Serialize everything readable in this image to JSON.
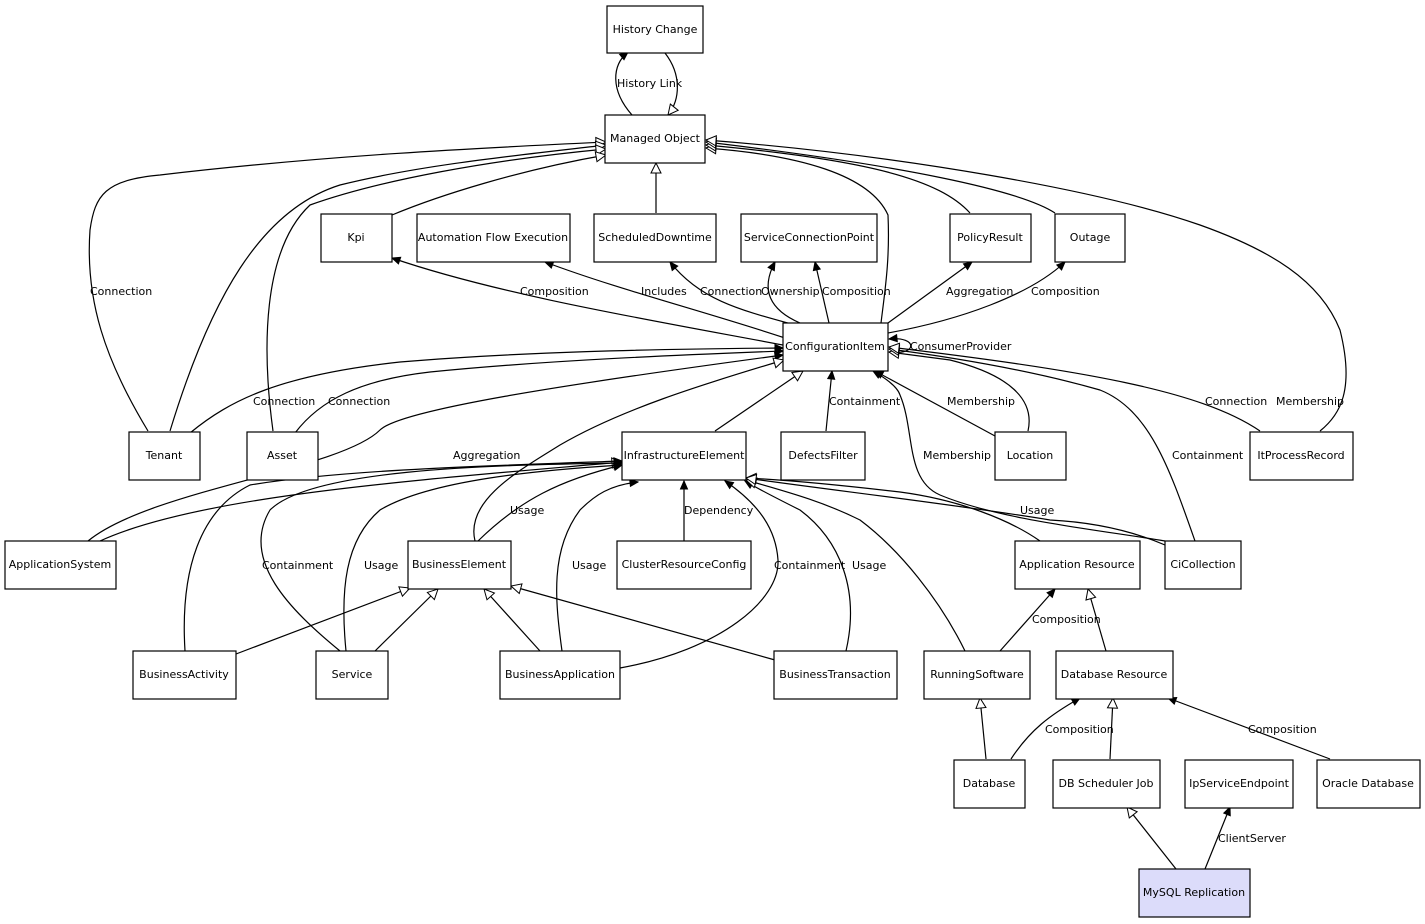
{
  "nodes": [
    {
      "id": "history_change",
      "label": "History Change"
    },
    {
      "id": "managed_object",
      "label": "Managed Object"
    },
    {
      "id": "kpi",
      "label": "Kpi"
    },
    {
      "id": "automation_flow_execution",
      "label": "Automation Flow Execution"
    },
    {
      "id": "scheduled_downtime",
      "label": "ScheduledDowntime"
    },
    {
      "id": "service_connection_point",
      "label": "ServiceConnectionPoint"
    },
    {
      "id": "policy_result",
      "label": "PolicyResult"
    },
    {
      "id": "outage",
      "label": "Outage"
    },
    {
      "id": "configuration_item",
      "label": "ConfigurationItem"
    },
    {
      "id": "tenant",
      "label": "Tenant"
    },
    {
      "id": "asset",
      "label": "Asset"
    },
    {
      "id": "infrastructure_element",
      "label": "InfrastructureElement"
    },
    {
      "id": "defects_filter",
      "label": "DefectsFilter"
    },
    {
      "id": "location",
      "label": "Location"
    },
    {
      "id": "it_process_record",
      "label": "ItProcessRecord"
    },
    {
      "id": "application_system",
      "label": "ApplicationSystem"
    },
    {
      "id": "business_element",
      "label": "BusinessElement"
    },
    {
      "id": "cluster_resource_config",
      "label": "ClusterResourceConfig"
    },
    {
      "id": "application_resource",
      "label": "Application Resource"
    },
    {
      "id": "ci_collection",
      "label": "CiCollection"
    },
    {
      "id": "business_activity",
      "label": "BusinessActivity"
    },
    {
      "id": "service",
      "label": "Service"
    },
    {
      "id": "business_application",
      "label": "BusinessApplication"
    },
    {
      "id": "business_transaction",
      "label": "BusinessTransaction"
    },
    {
      "id": "running_software",
      "label": "RunningSoftware"
    },
    {
      "id": "database_resource",
      "label": "Database Resource"
    },
    {
      "id": "database",
      "label": "Database"
    },
    {
      "id": "db_scheduler_job",
      "label": "DB Scheduler Job"
    },
    {
      "id": "ip_service_endpoint",
      "label": "IpServiceEndpoint"
    },
    {
      "id": "oracle_database",
      "label": "Oracle Database"
    },
    {
      "id": "mysql_replication",
      "label": "MySQL Replication"
    }
  ],
  "edges": [
    {
      "id": "e1",
      "label": "History Link",
      "arrow": "filled"
    },
    {
      "id": "e2",
      "label": "",
      "arrow": "hollow"
    },
    {
      "id": "e3",
      "label": "",
      "arrow": "hollow"
    },
    {
      "id": "e4",
      "label": "Connection",
      "arrow": "hollow"
    },
    {
      "id": "e5",
      "label": "",
      "arrow": "hollow"
    },
    {
      "id": "e6",
      "label": "",
      "arrow": "hollow"
    },
    {
      "id": "e7",
      "label": "",
      "arrow": "hollow"
    },
    {
      "id": "e8",
      "label": "",
      "arrow": "hollow"
    },
    {
      "id": "e9",
      "label": "",
      "arrow": "hollow"
    },
    {
      "id": "e10",
      "label": "",
      "arrow": "hollow"
    },
    {
      "id": "e11",
      "label": "Membership",
      "arrow": "hollow"
    },
    {
      "id": "e12",
      "label": "Composition",
      "arrow": "filled"
    },
    {
      "id": "e13",
      "label": "Includes",
      "arrow": "filled"
    },
    {
      "id": "e14",
      "label": "Connection",
      "arrow": "filled"
    },
    {
      "id": "e15",
      "label": "Ownership",
      "arrow": "filled"
    },
    {
      "id": "e16",
      "label": "Composition",
      "arrow": "filled"
    },
    {
      "id": "e17",
      "label": "Aggregation",
      "arrow": "filled"
    },
    {
      "id": "e18",
      "label": "Composition",
      "arrow": "filled"
    },
    {
      "id": "e19",
      "label": "ConsumerProvider",
      "arrow": "filled"
    },
    {
      "id": "e20",
      "label": "Connection",
      "arrow": "filled"
    },
    {
      "id": "e21",
      "label": "Connection",
      "arrow": "filled"
    },
    {
      "id": "e22",
      "label": "Aggregation",
      "arrow": "filled"
    },
    {
      "id": "e23",
      "label": "",
      "arrow": "hollow"
    },
    {
      "id": "e24",
      "label": "",
      "arrow": "hollow"
    },
    {
      "id": "e25",
      "label": "",
      "arrow": "hollow"
    },
    {
      "id": "e26",
      "label": "Containment",
      "arrow": "filled"
    },
    {
      "id": "e27",
      "label": "Membership",
      "arrow": "filled"
    },
    {
      "id": "e28",
      "label": "",
      "arrow": "hollow"
    },
    {
      "id": "e29",
      "label": "Membership",
      "arrow": "filled"
    },
    {
      "id": "e30",
      "label": "Containment",
      "arrow": "hollow"
    },
    {
      "id": "e31",
      "label": "Connection",
      "arrow": "hollow"
    },
    {
      "id": "e32",
      "label": "Usage",
      "arrow": "filled"
    },
    {
      "id": "e33",
      "label": "Containment",
      "arrow": "filled"
    },
    {
      "id": "e34",
      "label": "Usage",
      "arrow": "filled"
    },
    {
      "id": "e35",
      "label": "",
      "arrow": "filled"
    },
    {
      "id": "e36",
      "label": "Usage",
      "arrow": "filled"
    },
    {
      "id": "e37",
      "label": "Dependency",
      "arrow": "filled"
    },
    {
      "id": "e38",
      "label": "Containment",
      "arrow": "filled"
    },
    {
      "id": "e39",
      "label": "Usage",
      "arrow": "filled"
    },
    {
      "id": "e40",
      "label": "",
      "arrow": "hollow"
    },
    {
      "id": "e41",
      "label": "",
      "arrow": "hollow"
    },
    {
      "id": "e42",
      "label": "Usage",
      "arrow": "hollow"
    },
    {
      "id": "e43",
      "label": "",
      "arrow": "hollow"
    },
    {
      "id": "e44",
      "label": "",
      "arrow": "hollow"
    },
    {
      "id": "e45",
      "label": "",
      "arrow": "hollow"
    },
    {
      "id": "e46",
      "label": "",
      "arrow": "hollow"
    },
    {
      "id": "e47",
      "label": "Composition",
      "arrow": "filled"
    },
    {
      "id": "e48",
      "label": "",
      "arrow": "hollow"
    },
    {
      "id": "e49",
      "label": "",
      "arrow": "hollow"
    },
    {
      "id": "e50",
      "label": "Composition",
      "arrow": "filled"
    },
    {
      "id": "e51",
      "label": "",
      "arrow": "hollow"
    },
    {
      "id": "e52",
      "label": "Composition",
      "arrow": "filled"
    },
    {
      "id": "e53",
      "label": "",
      "arrow": "hollow"
    },
    {
      "id": "e54",
      "label": "ClientServer",
      "arrow": "filled"
    }
  ]
}
